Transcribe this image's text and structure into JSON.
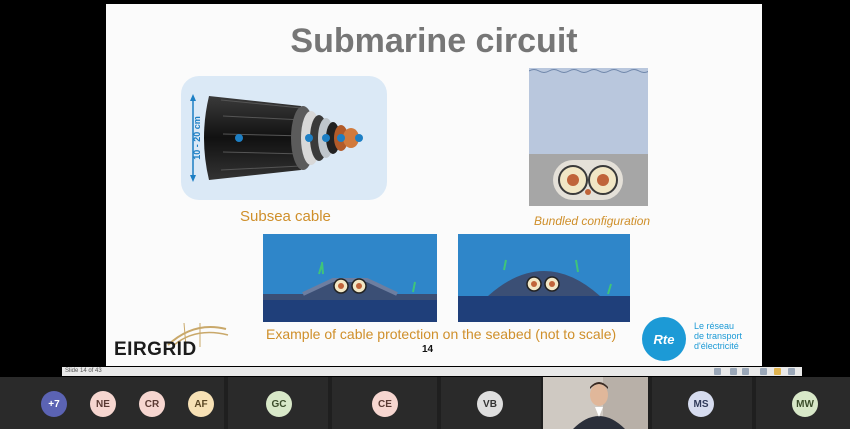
{
  "slide": {
    "title": "Submarine circuit",
    "cable_caption": "Subsea cable",
    "cable_dimension_label": "10 - 20 cm",
    "bundled_caption": "Bundled configuration",
    "seabed_caption": "Example of cable protection on the seabed (not to scale)",
    "page_number": "14",
    "eirgrid_logo": "EIRGRID",
    "rte_logo": "Rte",
    "rte_text": [
      "Le réseau",
      "de transport",
      "d'électricité"
    ]
  },
  "viewer": {
    "slide_counter": "Slide 14 of 43"
  },
  "participants": [
    {
      "label": "+7",
      "bg": "#5b63b3",
      "fg": "#ffffff"
    },
    {
      "label": "NE",
      "bg": "#f6d6d0",
      "fg": "#5a3a33"
    },
    {
      "label": "CR",
      "bg": "#f6d6d0",
      "fg": "#5a3a33"
    },
    {
      "label": "AF",
      "bg": "#f7e1b5",
      "fg": "#5a4623"
    },
    {
      "label": "GC",
      "bg": "#d8e8c8",
      "fg": "#3b4d2a"
    },
    {
      "label": "CE",
      "bg": "#f6d6d0",
      "fg": "#5a3a33"
    },
    {
      "label": "VB",
      "bg": "#dedede",
      "fg": "#333333"
    },
    {
      "label": "MS",
      "bg": "#d6dcef",
      "fg": "#2f3a5a"
    },
    {
      "label": "MW",
      "bg": "#d8e8c8",
      "fg": "#3b4d2a"
    }
  ]
}
